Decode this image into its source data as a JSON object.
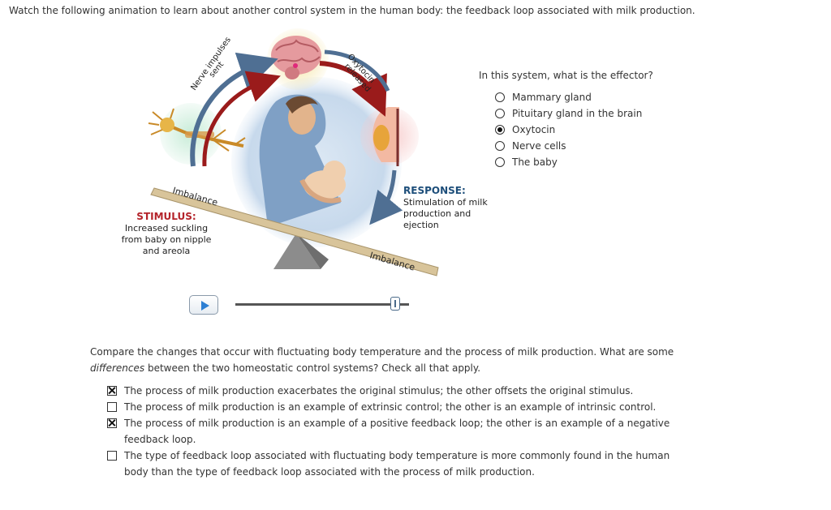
{
  "intro": "Watch the following animation to learn about another control system in the human body: the feedback loop associated with milk production.",
  "figure": {
    "nerve_label_1": "Nerve impulses",
    "nerve_label_2": "sent",
    "oxytocin_label_1": "Oxytocin",
    "oxytocin_label_2": "released",
    "imbalance_left": "Imbalance",
    "imbalance_right": "Imbalance",
    "stimulus_title": "STIMULUS:",
    "stimulus_text": "Increased suckling from baby on nipple and areola",
    "response_title": "RESPONSE:",
    "response_text": "Stimulation of milk production and ejection",
    "colors": {
      "nerve_arrow": "#4f6f93",
      "hormone_arrow": "#9a1b1b",
      "seesaw": "#d8c49a",
      "fulcrum": "#8c8c8c"
    }
  },
  "player": {
    "progress": 0.95
  },
  "question1": {
    "prompt": "In this system, what is the effector?",
    "options": [
      {
        "label": "Mammary gland",
        "selected": false
      },
      {
        "label": "Pituitary gland in the brain",
        "selected": false
      },
      {
        "label": "Oxytocin",
        "selected": true
      },
      {
        "label": "Nerve cells",
        "selected": false
      },
      {
        "label": "The baby",
        "selected": false
      }
    ]
  },
  "question2": {
    "prompt_part1": "Compare the changes that occur with fluctuating body temperature and the process of milk production. What are some ",
    "prompt_emphasis": "differences",
    "prompt_part2": " between the two homeostatic control systems? Check all that apply.",
    "options": [
      {
        "label": "The process of milk production exacerbates the original stimulus; the other offsets the original stimulus.",
        "checked": true
      },
      {
        "label": "The process of milk production is an example of extrinsic control; the other is an example of intrinsic control.",
        "checked": false
      },
      {
        "label": "The process of milk production is an example of a positive feedback loop; the other is an example of a negative feedback loop.",
        "checked": true
      },
      {
        "label": "The type of feedback loop associated with fluctuating body temperature is more commonly found in the human body than the type of feedback loop associated with the process of milk production.",
        "checked": false
      }
    ]
  }
}
